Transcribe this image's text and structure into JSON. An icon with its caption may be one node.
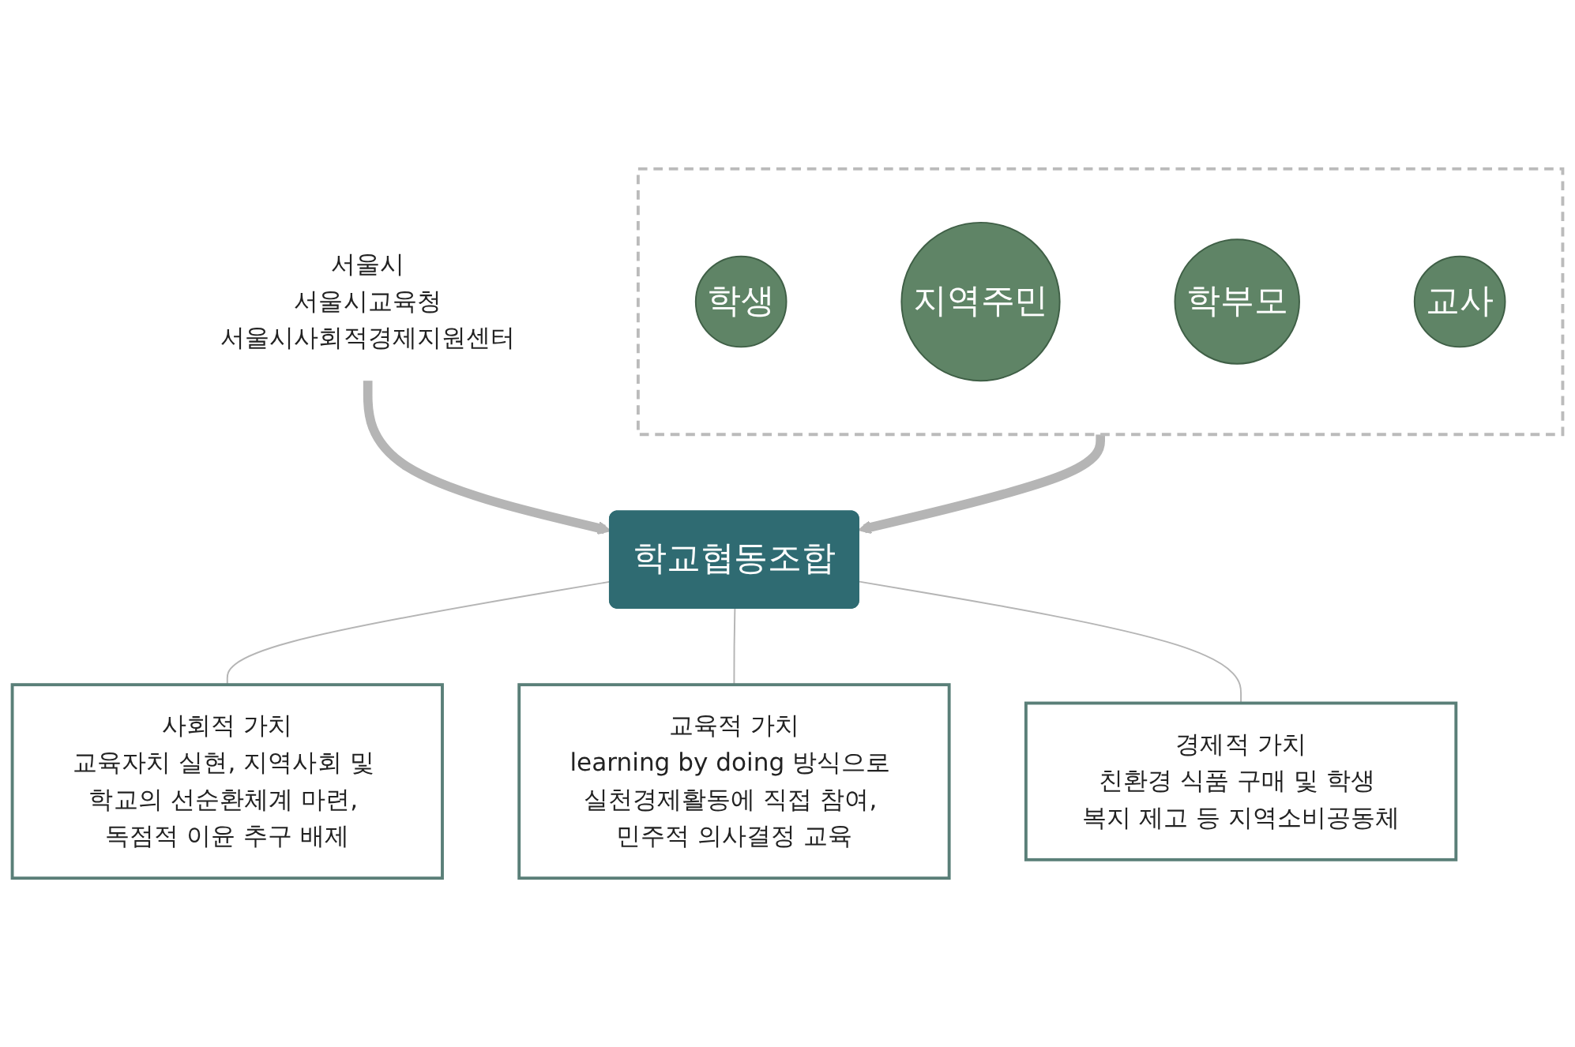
{
  "diagram": {
    "nodes": [
      {
        "text": [],
        "shape": "box"
      },
      {
        "text": [
          "학생"
        ],
        "in": 0
      },
      {
        "text": [
          "지역주민"
        ],
        "in": 0
      },
      {
        "text": [
          "학부모"
        ],
        "in": 0
      },
      {
        "text": [
          "교사"
        ],
        "in": 0
      },
      {
        "text": [
          "학교협동조합"
        ]
      },
      {
        "text": [
          "서울시",
          "서울시교육청",
          "서울시사회적경제지원센터"
        ]
      },
      {
        "text": [
          "사회적 가치",
          "교육자치 실현, 지역사회 및 학교의 선순환체계 마련, 독점적 이윤 추구 배제"
        ]
      },
      {
        "text": [
          "교육적 가치",
          "learning by doing 방식으로 실천경제활동에 직접 참여, 민주적 의사결정 교육"
        ]
      },
      {
        "text": [
          "경제적 가치",
          "친환경 식품 구매 및 학생 복지 제고 등 지역소비공동체"
        ]
      }
    ],
    "edges": [
      {
        "from": 0,
        "to": 5,
        "arrow": "to",
        "style": "thick"
      },
      {
        "from": 6,
        "to": 5,
        "arrow": "to",
        "style": "thick"
      },
      {
        "from": 5,
        "to": 7,
        "arrow": "none"
      },
      {
        "from": 5,
        "to": 8,
        "arrow": "none"
      },
      {
        "from": 5,
        "to": 9,
        "arrow": "none"
      }
    ]
  }
}
